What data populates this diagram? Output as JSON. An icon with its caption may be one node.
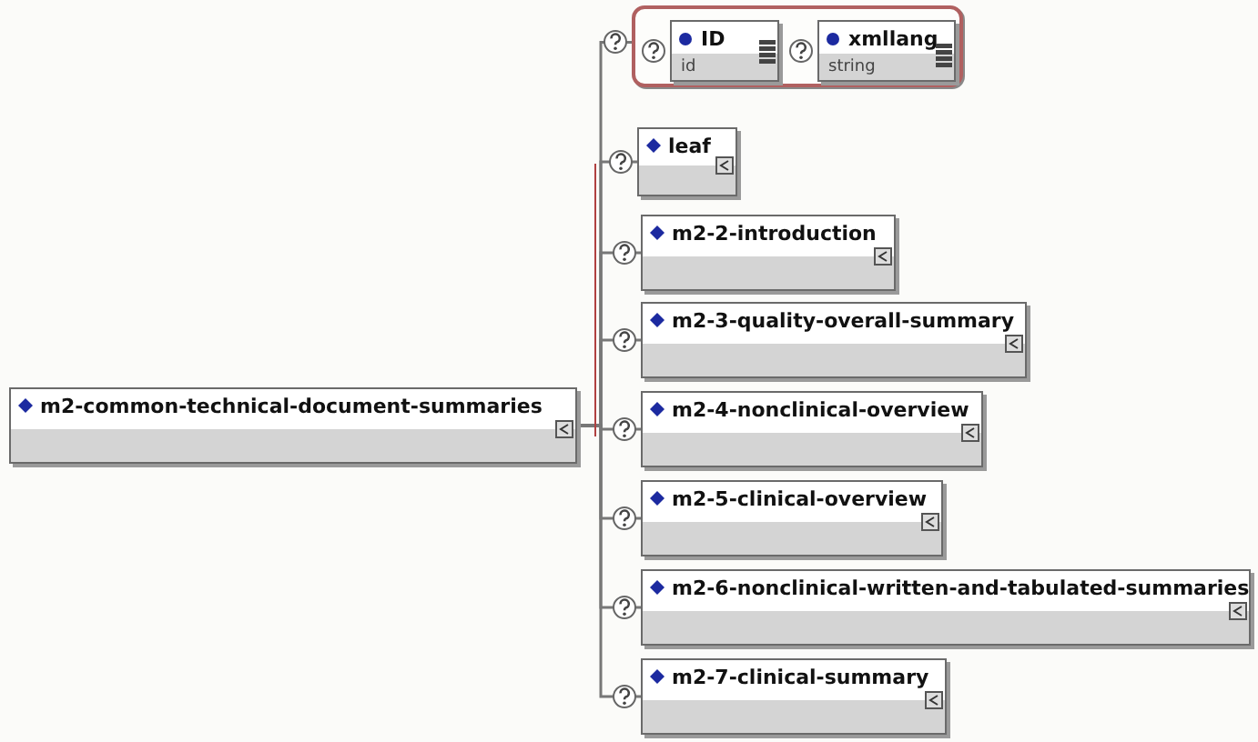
{
  "diagram": {
    "nodes": [
      {
        "text": [
          "m2-common-technical-document-summaries"
        ]
      },
      {
        "text": [],
        "shape": "box"
      },
      {
        "text": [
          "ID",
          "id"
        ],
        "in": 1
      },
      {
        "text": [
          "xmllang",
          "string"
        ],
        "in": 1
      },
      {
        "text": [
          "leaf"
        ]
      },
      {
        "text": [
          "m2-2-introduction"
        ]
      },
      {
        "text": [
          "m2-3-quality-overall-summary"
        ]
      },
      {
        "text": [
          "m2-4-nonclinical-overview"
        ]
      },
      {
        "text": [
          "m2-5-clinical-overview"
        ]
      },
      {
        "text": [
          "m2-6-nonclinical-written-and-tabulated-summaries"
        ]
      },
      {
        "text": [
          "m2-7-clinical-summary"
        ]
      }
    ],
    "edges": [
      {
        "from": 0,
        "to": 1,
        "arrow": "none"
      },
      {
        "from": 0,
        "to": 4,
        "arrow": "none"
      },
      {
        "from": 0,
        "to": 5,
        "arrow": "none"
      },
      {
        "from": 0,
        "to": 6,
        "arrow": "none"
      },
      {
        "from": 0,
        "to": 7,
        "arrow": "none"
      },
      {
        "from": 0,
        "to": 8,
        "arrow": "none"
      },
      {
        "from": 0,
        "to": 9,
        "arrow": "none"
      },
      {
        "from": 0,
        "to": 10,
        "arrow": "none"
      }
    ]
  }
}
